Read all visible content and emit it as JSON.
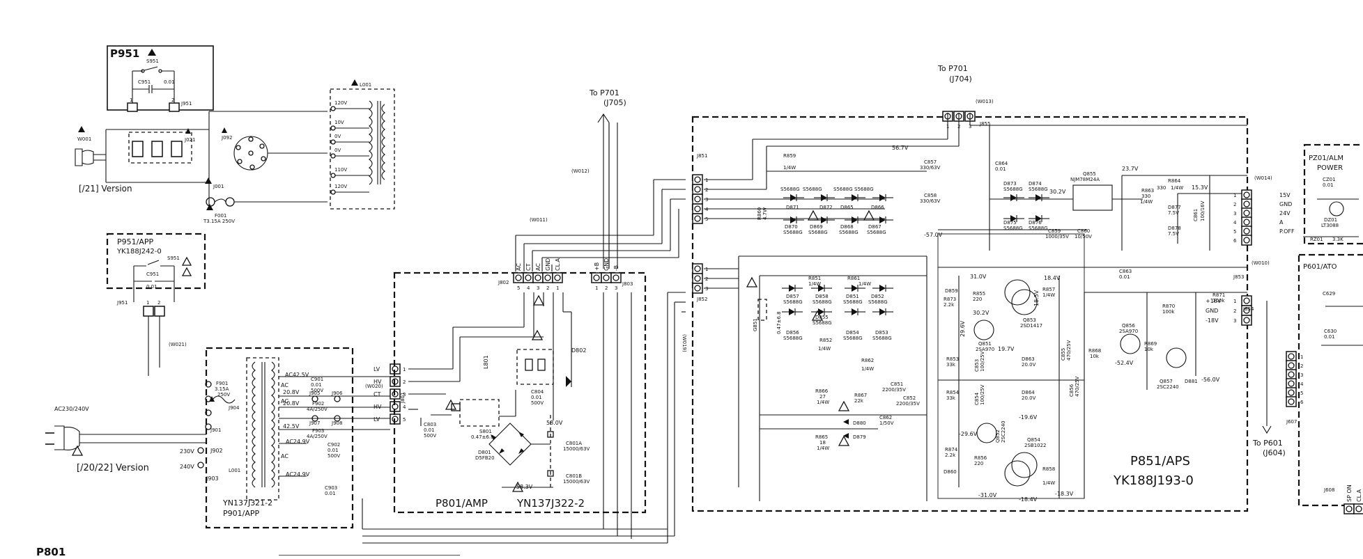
{
  "boards": {
    "p951": "P951",
    "p951app_name": "P951/APP",
    "p951app_part": "YK188J242-0",
    "p901_part": "YN137J321-2",
    "p901_name": "P901/APP",
    "p801_name": "P801/AMP",
    "p801_part": "YN137J322-2",
    "p851_name": "P851/APS",
    "p851_part": "YK188J193-0",
    "pz01_line1": "PZ01/ALM",
    "pz01_line2": "POWER",
    "p601": "P601/ATO",
    "p801_corner": "P801"
  },
  "versions": {
    "v21": "[/21] Version",
    "v2022": "[/20/22] Version",
    "ac_in": "AC230/240V"
  },
  "connectors": {
    "to_p701_j705": [
      "To P701",
      "(J705)"
    ],
    "to_p701_j704": [
      "To P701",
      "(J704)"
    ],
    "to_p601_j604": [
      "To P601",
      "(J604)"
    ],
    "w011": "(W011)",
    "w012": "(W012)",
    "w013": "(W013)",
    "w014": "(W014)",
    "w010": "(W010)",
    "w019": "(W019)",
    "w020": "(W020)",
    "w021": "(W021)",
    "w001": "W001",
    "j802": "J802",
    "j803": "J803",
    "j801": "J801",
    "j851": "J851",
    "j852": "J852",
    "j853": "J853",
    "j854": "J854",
    "j855": "J855",
    "j901": "J901",
    "j902": "J902",
    "j903": "J903",
    "j904": "J904",
    "j905": "J905",
    "j906": "J906",
    "j907": "J907",
    "j908": "J908",
    "j092": "J092",
    "j001": "J001",
    "j021": "J021",
    "j951": "J951",
    "j607": "J607",
    "j608": "J608",
    "j802_pins": [
      "AC",
      "CT",
      "AC",
      "GND",
      "CL.A"
    ],
    "j802_nums": [
      "5",
      "4",
      "3",
      "2",
      "1"
    ],
    "j803_pins": [
      "+B",
      "GND",
      "-B"
    ],
    "j803_nums": [
      "1",
      "2",
      "3"
    ],
    "j704_nums": [
      "1",
      "2",
      "3"
    ],
    "w020_pins": [
      "LV",
      "HV",
      "CT",
      "HV",
      "LV"
    ],
    "w020_nums": [
      "1",
      "2",
      "3",
      "4",
      "5"
    ],
    "j851_nums": [
      "1",
      "2",
      "3",
      "4",
      "5"
    ],
    "j852_nums": [
      "1",
      "2",
      "3"
    ],
    "w014_nums": [
      "1",
      "2",
      "3",
      "4",
      "5",
      "6"
    ],
    "w014_labels": [
      "15V",
      "GND",
      "24V",
      "A",
      "P.OFF"
    ],
    "w010_nums": [
      "1",
      "2",
      "3"
    ],
    "w010_labels": [
      "+18V",
      "GND",
      "-18V"
    ],
    "j607_nums": [
      "1",
      "2",
      "3",
      "4",
      "5",
      "6"
    ],
    "j608_pins": [
      "SP ON",
      "CL.A"
    ]
  },
  "transformer_taps": {
    "t1": [
      "120V",
      "10V",
      "0V",
      "0V",
      "110V",
      "120V"
    ],
    "t1_ref": "L001",
    "t2": [
      "AC42.5V",
      "AC",
      "20.8V",
      "AC",
      "20.8V",
      "42.5V",
      "AC24.9V",
      "AC",
      "AC24.9V"
    ],
    "t2_ref": "L001",
    "t2_in": [
      "230V",
      "240V"
    ]
  },
  "components": {
    "s951": "S951",
    "c951": "C951",
    "c951_val": "0.01",
    "f001": "F001",
    "f001_val": "T3.15A 250V",
    "f901": "F901",
    "f901_val": [
      "3.15A",
      "250V"
    ],
    "f902": "F902",
    "f902_val": "4A/250V",
    "f903": "F903",
    "f903_val": "4A/250V",
    "c901": [
      "C901",
      "0.01",
      "500V"
    ],
    "c902": [
      "C902",
      "0.01",
      "500V"
    ],
    "c903": [
      "C903",
      "0.01"
    ],
    "c803": [
      "C803",
      "0.01",
      "500V"
    ],
    "c804": [
      "C804",
      "0.01",
      "500V"
    ],
    "c801a": [
      "C801A",
      "15000/63V"
    ],
    "c801b": [
      "C801B",
      "15000/63V"
    ],
    "d801": [
      "D801",
      "D5FB20"
    ],
    "d802": "D802",
    "l801": "L801",
    "s801": [
      "S801",
      "0.47±6.8"
    ],
    "r859": [
      "R859",
      "1/4W"
    ],
    "c857": [
      "C857",
      "330/63V"
    ],
    "c858": [
      "C858",
      "330/63V"
    ],
    "c864": [
      "C864",
      "0.01"
    ],
    "d873": [
      "D873",
      "S5688G"
    ],
    "d874": [
      "D874",
      "S5688G"
    ],
    "d875": [
      "D875",
      "S5688G"
    ],
    "d876": [
      "D876",
      "S5688G"
    ],
    "q855": [
      "Q855",
      "NJM78M24A"
    ],
    "c859": [
      "C859",
      "1000/35V"
    ],
    "c860": [
      "C860",
      "10/50V"
    ],
    "r863": [
      "R863",
      "330",
      "1/4W"
    ],
    "r864": [
      "R864",
      "330",
      "1/4W"
    ],
    "d877": [
      "D877",
      "7.5V"
    ],
    "d878": [
      "D878",
      "7.5V"
    ],
    "c861": [
      "C861",
      "100/16V"
    ],
    "d871": [
      "D871",
      "S5688G"
    ],
    "d872": [
      "D872",
      "S5688G"
    ],
    "d865": [
      "D865",
      "S5688G"
    ],
    "d866": [
      "D866",
      "S5688G"
    ],
    "d870": [
      "D870",
      "S5688G"
    ],
    "d869": [
      "D869",
      "S5688G"
    ],
    "d868": [
      "D868",
      "S5688G"
    ],
    "d867": [
      "D867",
      "S5688G"
    ],
    "r860": [
      "R860",
      "4.7W"
    ],
    "r851": [
      "R851",
      "1/4W"
    ],
    "r861": [
      "R861",
      "1/4W"
    ],
    "d857": [
      "D857",
      "S5688G"
    ],
    "d858": [
      "D858",
      "S5688G"
    ],
    "d851": [
      "D851",
      "S5688G"
    ],
    "d852": [
      "D852",
      "S5688G"
    ],
    "d855": [
      "D855",
      "S5688G"
    ],
    "d856": [
      "D856",
      "S5688G"
    ],
    "d854": [
      "D854",
      "S5688G"
    ],
    "d853": [
      "D853",
      "S5688G"
    ],
    "r852": [
      "R852",
      "1/4W"
    ],
    "r862": [
      "R862",
      "1/4W"
    ],
    "g851": [
      "G851",
      "0.47±6.8"
    ],
    "c851": [
      "C851",
      "2200/35V"
    ],
    "c852": [
      "C852",
      "2200/35V"
    ],
    "r866": [
      "R866",
      "27",
      "1/4W"
    ],
    "r867": [
      "R867",
      "22k"
    ],
    "r865": [
      "R865",
      "18",
      "1/4W"
    ],
    "d880": "D880",
    "d879": "D879",
    "c862": [
      "C862",
      "1/50V"
    ],
    "d859": "D859",
    "r873": [
      "R873",
      "2.2k"
    ],
    "r855": [
      "R855",
      "220"
    ],
    "q851": [
      "Q851",
      "2SA970"
    ],
    "q853": [
      "Q853",
      "2SD1417"
    ],
    "r857": [
      "R857",
      "1/4W"
    ],
    "r853": [
      "R853",
      "33k"
    ],
    "c853": [
      "C853",
      "100/25V"
    ],
    "d863": [
      "D863",
      "20.0V"
    ],
    "c855": [
      "C855",
      "470/25V"
    ],
    "r854": [
      "R854",
      "33k"
    ],
    "c854": [
      "C854",
      "100/25V"
    ],
    "d864": [
      "D864",
      "20.0V"
    ],
    "c856": [
      "C856",
      "470/25V"
    ],
    "q852": [
      "Q852",
      "2SC2240"
    ],
    "q854": [
      "Q854",
      "2SB1022"
    ],
    "r874": [
      "R874",
      "2.2k"
    ],
    "r856": [
      "R856",
      "220"
    ],
    "d860": "D860",
    "r858": [
      "R858",
      "1/4W"
    ],
    "c863": [
      "C863",
      "0.01"
    ],
    "q856": [
      "Q856",
      "2SA970"
    ],
    "r870": [
      "R870",
      "100k"
    ],
    "r868": [
      "R868",
      "10k"
    ],
    "r869": [
      "R869",
      "10k"
    ],
    "q857": [
      "Q857",
      "2SC2240"
    ],
    "d881": "D881",
    "r871": [
      "R871",
      "100k"
    ],
    "cz01": [
      "CZ01",
      "0.01"
    ],
    "dz01": [
      "DZ01",
      "LT3088"
    ],
    "rz01": [
      "RZ01",
      "3.3K"
    ],
    "c629": "C629",
    "c630": [
      "C630",
      "0.01"
    ]
  },
  "voltages": {
    "v567": "56.7V",
    "v570n": "-57.0V",
    "v237": "23.7V",
    "v302": "30.2V",
    "v153": "15.3V",
    "v310": "31.0V",
    "v184": "18.4V",
    "v185": "18.5V",
    "v302b": "30.2V",
    "v296": "29.6V",
    "v197": "19.7V",
    "v200a": "20.0V",
    "v200b": "20.0V",
    "v196n": "-19.6V",
    "v296n": "-29.6V",
    "v310n": "-31.0V",
    "v184n": "-18.4V",
    "v183n": "-18.3V",
    "v524n": "-52.4V",
    "v560n": "-56.0V",
    "v580": "58.0V",
    "v583n": "-58.3V"
  }
}
